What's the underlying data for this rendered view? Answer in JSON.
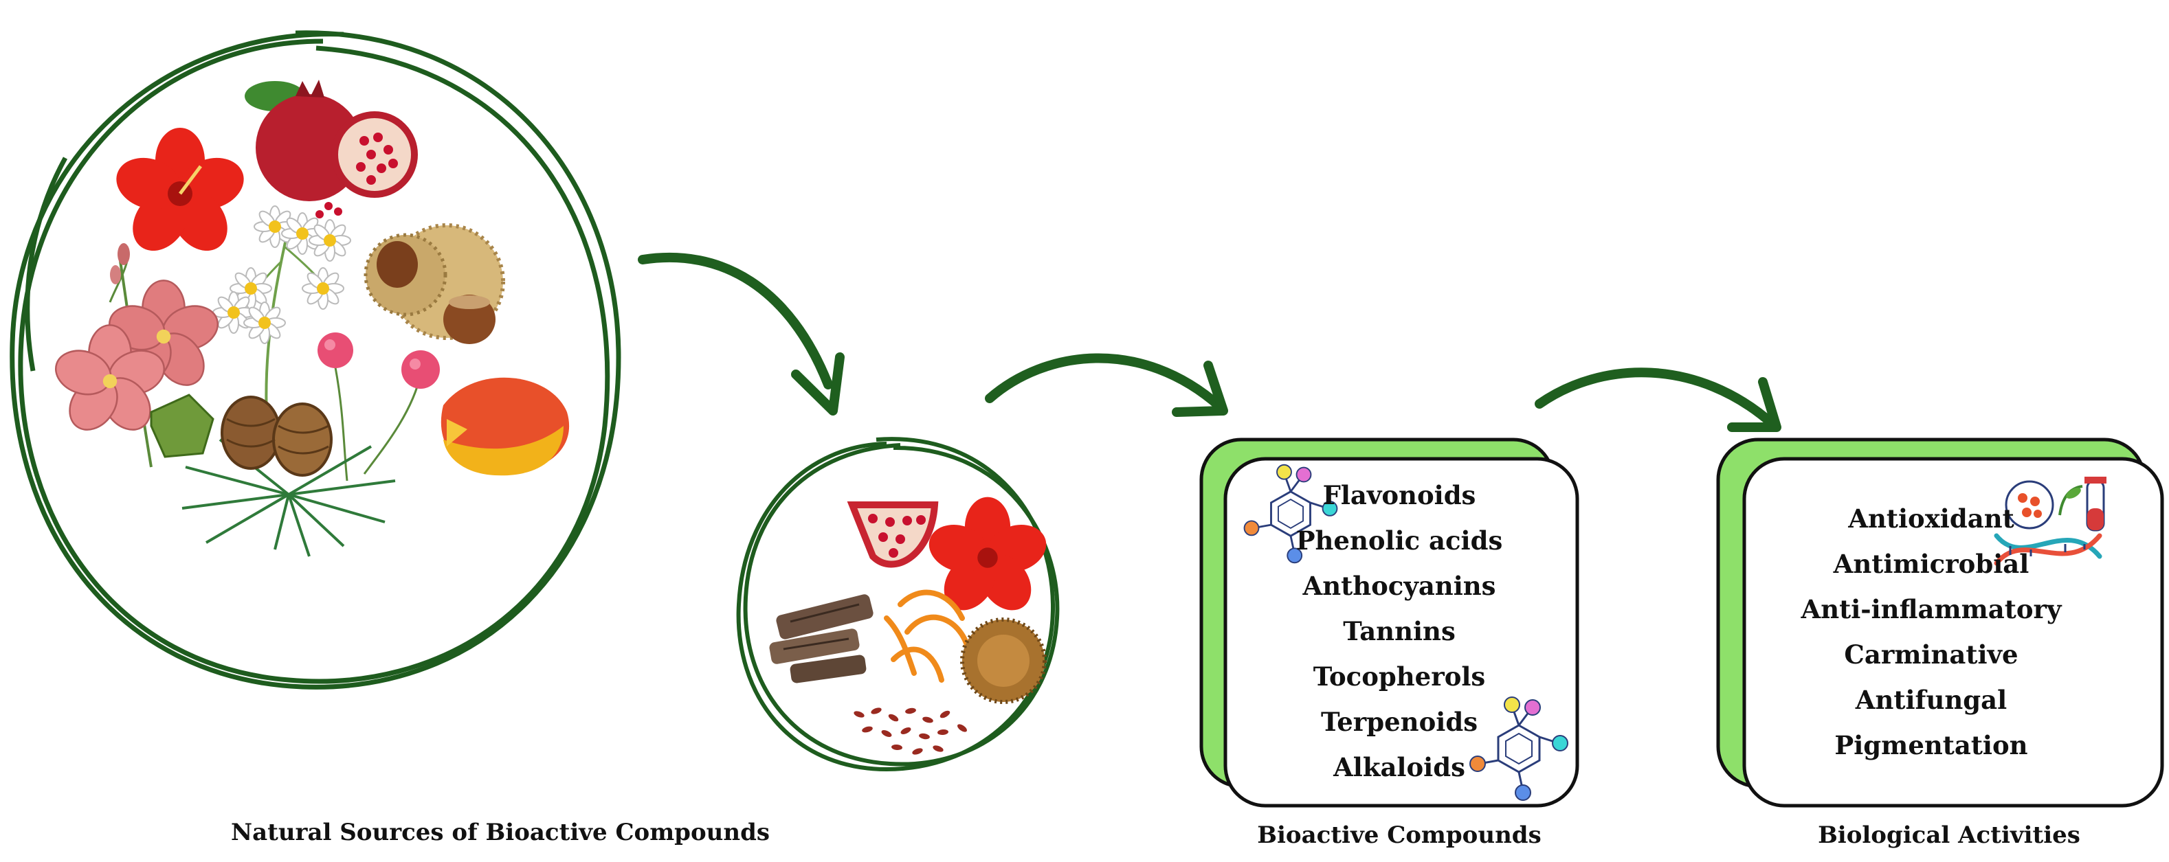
{
  "captions": {
    "natural_sources": "Natural Sources of Bioactive Compounds",
    "bioactive_compounds": "Bioactive Compounds",
    "biological_activities": "Biological Activities"
  },
  "compounds": [
    "Flavonoids",
    "Phenolic acids",
    "Anthocyanins",
    "Tannins",
    "Tocopherols",
    "Terpenoids",
    "Alkaloids"
  ],
  "activities": [
    "Antioxidant",
    "Antimicrobial",
    "Anti-inflammatory",
    "Carminative",
    "Antifungal",
    "Pigmentation"
  ],
  "colors": {
    "ring": "#1e5c1e",
    "arrow": "#1f5f1f",
    "card_back": "#8ee06a",
    "card_border": "#111111",
    "hibiscus": "#e8241a",
    "pomegranate": "#b81f2e",
    "mallow": "#e07c7e",
    "chestnut": "#8a4a22",
    "mango": "#f2b21a",
    "pine": "#2f7a3a"
  },
  "icons": [
    "molecule-icon",
    "dna-lab-icon",
    "hibiscus-icon",
    "pomegranate-icon",
    "chamomile-icon",
    "chestnut-icon",
    "mallow-icon",
    "pinecone-icon",
    "mango-icon",
    "bark-icon",
    "saffron-icon",
    "seeds-icon"
  ]
}
